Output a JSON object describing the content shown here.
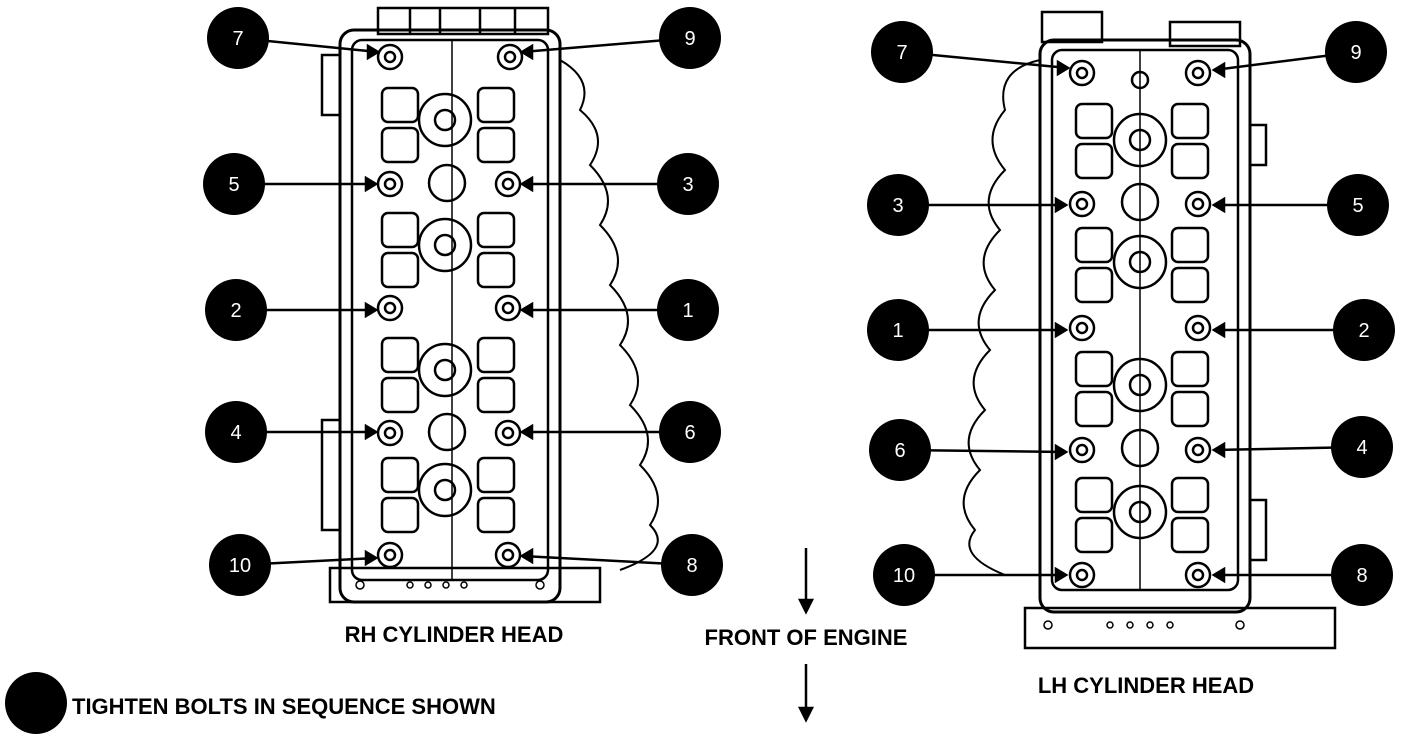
{
  "captions": {
    "rh_head": "RH CYLINDER HEAD",
    "lh_head": "LH CYLINDER HEAD",
    "front": "FRONT OF ENGINE",
    "legend": "TIGHTEN BOLTS IN SEQUENCE SHOWN"
  },
  "rh_callouts": [
    "7",
    "9",
    "5",
    "3",
    "2",
    "1",
    "4",
    "6",
    "10",
    "8"
  ],
  "lh_callouts": [
    "7",
    "9",
    "3",
    "5",
    "1",
    "2",
    "6",
    "4",
    "10",
    "8"
  ],
  "colors": {
    "ink": "#000000",
    "paper": "#ffffff"
  }
}
